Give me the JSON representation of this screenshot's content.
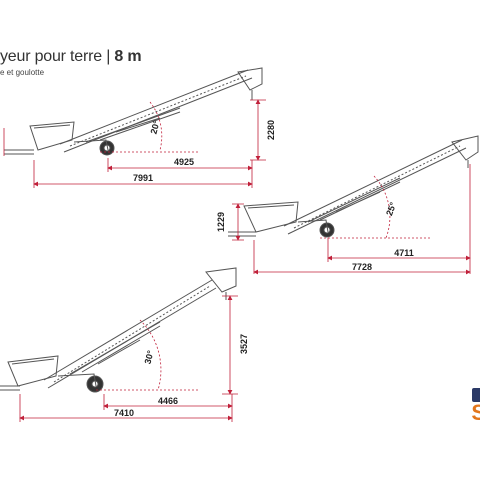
{
  "header": {
    "title_main": "yeur pour terre",
    "title_sep": "|",
    "title_size": "8 m",
    "subtitle": "e et goulotte"
  },
  "colors": {
    "dimension": "#c0203a",
    "drawing": "#555555",
    "brand_blue": "#2b3a67",
    "brand_orange": "#e2761c"
  },
  "configs": [
    {
      "angle": "20°",
      "height": "2280",
      "horizontal": "4925",
      "total": "7991"
    },
    {
      "angle": "25°",
      "height": "1229",
      "horizontal": "4711",
      "total": "7728"
    },
    {
      "angle": "30°",
      "height": "3527",
      "horizontal": "4466",
      "total": "7410"
    }
  ],
  "logo": {
    "letter": "S"
  }
}
